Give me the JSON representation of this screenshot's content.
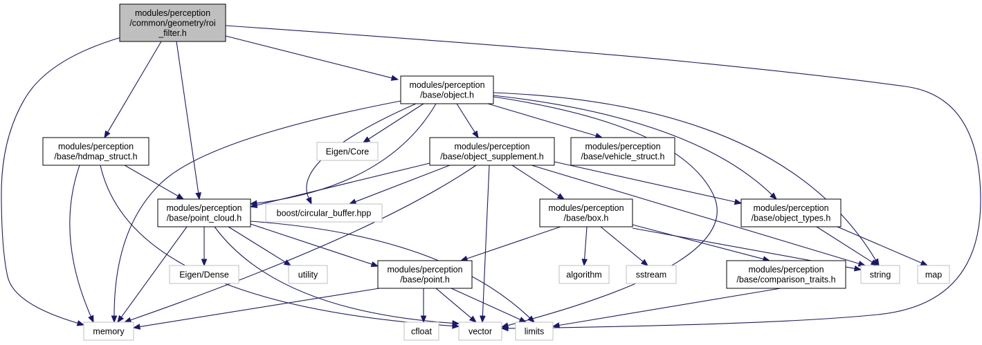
{
  "diagram": {
    "nodes": [
      {
        "id": "roi",
        "kind": "root",
        "lines": [
          "modules/perception",
          "/common/geometry/roi",
          "_filter.h"
        ]
      },
      {
        "id": "object",
        "kind": "local",
        "lines": [
          "modules/perception",
          "/base/object.h"
        ]
      },
      {
        "id": "hdmap",
        "kind": "local",
        "lines": [
          "modules/perception",
          "/base/hdmap_struct.h"
        ]
      },
      {
        "id": "eigencore",
        "kind": "system",
        "lines": [
          "Eigen/Core"
        ]
      },
      {
        "id": "objsupp",
        "kind": "local",
        "lines": [
          "modules/perception",
          "/base/object_supplement.h"
        ]
      },
      {
        "id": "vehicle",
        "kind": "local",
        "lines": [
          "modules/perception",
          "/base/vehicle_struct.h"
        ]
      },
      {
        "id": "pointcloud",
        "kind": "local",
        "lines": [
          "modules/perception",
          "/base/point_cloud.h"
        ]
      },
      {
        "id": "boostcb",
        "kind": "system",
        "lines": [
          "boost/circular_buffer.hpp"
        ]
      },
      {
        "id": "box",
        "kind": "local",
        "lines": [
          "modules/perception",
          "/base/box.h"
        ]
      },
      {
        "id": "objtypes",
        "kind": "local",
        "lines": [
          "modules/perception",
          "/base/object_types.h"
        ]
      },
      {
        "id": "eigendense",
        "kind": "system",
        "lines": [
          "Eigen/Dense"
        ]
      },
      {
        "id": "utility",
        "kind": "system",
        "lines": [
          "utility"
        ]
      },
      {
        "id": "point",
        "kind": "local",
        "lines": [
          "modules/perception",
          "/base/point.h"
        ]
      },
      {
        "id": "algorithm",
        "kind": "system",
        "lines": [
          "algorithm"
        ]
      },
      {
        "id": "sstream",
        "kind": "system",
        "lines": [
          "sstream"
        ]
      },
      {
        "id": "comparison",
        "kind": "local",
        "lines": [
          "modules/perception",
          "/base/comparison_traits.h"
        ]
      },
      {
        "id": "string",
        "kind": "system",
        "lines": [
          "string"
        ]
      },
      {
        "id": "map",
        "kind": "system",
        "lines": [
          "map"
        ]
      },
      {
        "id": "memory",
        "kind": "system",
        "lines": [
          "memory"
        ]
      },
      {
        "id": "cfloat",
        "kind": "system",
        "lines": [
          "cfloat"
        ]
      },
      {
        "id": "vector",
        "kind": "system",
        "lines": [
          "vector"
        ]
      },
      {
        "id": "limits",
        "kind": "system",
        "lines": [
          "limits"
        ]
      }
    ],
    "edges": [
      [
        "roi",
        "object"
      ],
      [
        "roi",
        "hdmap"
      ],
      [
        "roi",
        "pointcloud"
      ],
      [
        "roi",
        "memory"
      ],
      [
        "roi",
        "vector"
      ],
      [
        "object",
        "eigencore"
      ],
      [
        "object",
        "objsupp"
      ],
      [
        "object",
        "vehicle"
      ],
      [
        "object",
        "pointcloud"
      ],
      [
        "object",
        "boostcb"
      ],
      [
        "object",
        "memory"
      ],
      [
        "object",
        "objtypes"
      ],
      [
        "object",
        "string"
      ],
      [
        "object",
        "vector"
      ],
      [
        "hdmap",
        "pointcloud"
      ],
      [
        "hdmap",
        "memory"
      ],
      [
        "hdmap",
        "vector"
      ],
      [
        "objsupp",
        "pointcloud"
      ],
      [
        "objsupp",
        "boostcb"
      ],
      [
        "objsupp",
        "box"
      ],
      [
        "objsupp",
        "objtypes"
      ],
      [
        "objsupp",
        "memory"
      ],
      [
        "objsupp",
        "vector"
      ],
      [
        "objsupp",
        "string"
      ],
      [
        "pointcloud",
        "eigendense"
      ],
      [
        "pointcloud",
        "utility"
      ],
      [
        "pointcloud",
        "point"
      ],
      [
        "pointcloud",
        "memory"
      ],
      [
        "pointcloud",
        "vector"
      ],
      [
        "pointcloud",
        "limits"
      ],
      [
        "box",
        "point"
      ],
      [
        "box",
        "algorithm"
      ],
      [
        "box",
        "sstream"
      ],
      [
        "box",
        "comparison"
      ],
      [
        "box",
        "string"
      ],
      [
        "objtypes",
        "string"
      ],
      [
        "objtypes",
        "map"
      ],
      [
        "point",
        "memory"
      ],
      [
        "point",
        "cfloat"
      ],
      [
        "point",
        "vector"
      ],
      [
        "point",
        "limits"
      ],
      [
        "comparison",
        "limits"
      ]
    ]
  }
}
